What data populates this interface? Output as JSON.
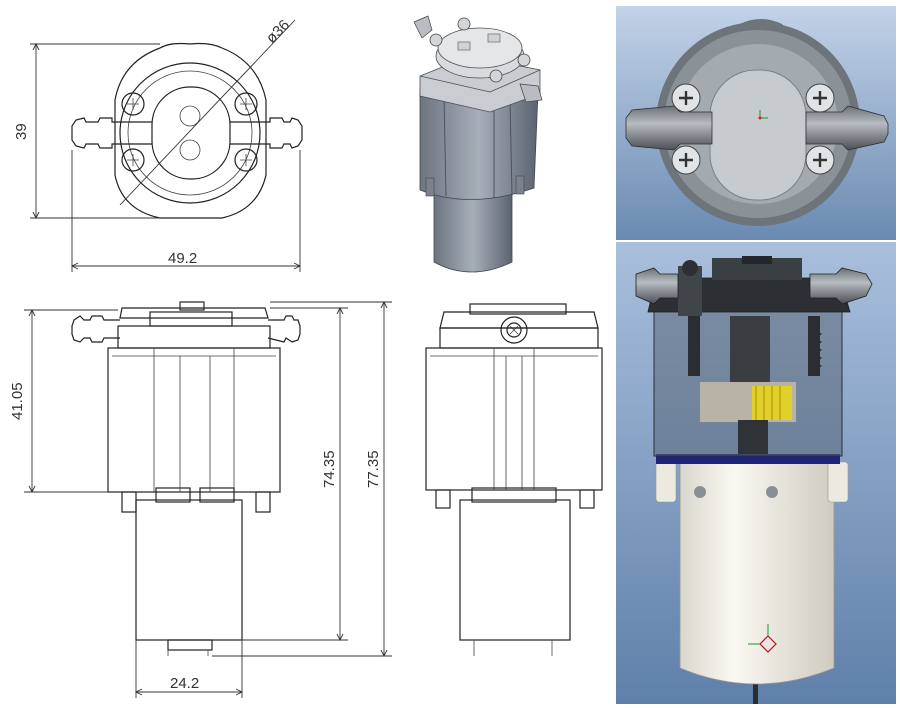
{
  "dimensions": {
    "diameter": "ø36",
    "height_top_view": "39",
    "width_top_view": "49.2",
    "pump_head_height": "41.05",
    "body_height": "74.35",
    "total_height": "77.35",
    "motor_width": "24.2"
  },
  "colors": {
    "render_background_top": "#b9cbe2",
    "render_background_bottom": "#6f8fb6",
    "pump_dark": "#3e4246",
    "pump_grey": "#8d9499",
    "motor_cream": "#f3f0e6",
    "gear_yellow": "#e2d02a",
    "seal_blue": "#1d237a"
  }
}
